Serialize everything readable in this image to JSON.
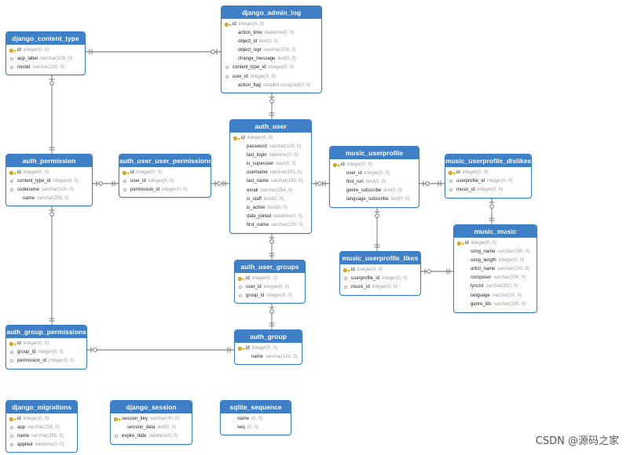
{
  "tables": [
    {
      "name": "django_admin_log",
      "columns": [
        {
          "name": "id",
          "type": "integer(0, 0)",
          "pk": true
        },
        {
          "name": "action_time",
          "type": "datetime(0, 0)"
        },
        {
          "name": "object_id",
          "type": "text(0, 0)"
        },
        {
          "name": "object_repr",
          "type": "varchar(200, 0)"
        },
        {
          "name": "change_message",
          "type": "text(0, 0)"
        },
        {
          "name": "content_type_id",
          "type": "integer(0, 0)",
          "fk": true
        },
        {
          "name": "user_id",
          "type": "integer(0, 0)",
          "fk": true
        },
        {
          "name": "action_flag",
          "type": "smallint unsigned(0, 0)"
        }
      ]
    },
    {
      "name": "django_content_type",
      "columns": [
        {
          "name": "id",
          "type": "integer(0, 0)",
          "pk": true
        },
        {
          "name": "app_label",
          "type": "varchar(100, 0)",
          "fk": true
        },
        {
          "name": "model",
          "type": "varchar(100, 0)",
          "fk": true
        }
      ]
    },
    {
      "name": "auth_user",
      "columns": [
        {
          "name": "id",
          "type": "integer(0, 0)",
          "pk": true
        },
        {
          "name": "password",
          "type": "varchar(128, 0)"
        },
        {
          "name": "last_login",
          "type": "datetime(0, 0)"
        },
        {
          "name": "is_superuser",
          "type": "bool(0, 0)"
        },
        {
          "name": "username",
          "type": "varchar(150, 0)"
        },
        {
          "name": "last_name",
          "type": "varchar(150, 0)"
        },
        {
          "name": "email",
          "type": "varchar(254, 0)"
        },
        {
          "name": "is_staff",
          "type": "bool(0, 0)"
        },
        {
          "name": "is_active",
          "type": "bool(0, 0)"
        },
        {
          "name": "date_joined",
          "type": "datetime(0, 0)"
        },
        {
          "name": "first_name",
          "type": "varchar(150, 0)"
        }
      ]
    },
    {
      "name": "auth_permission",
      "columns": [
        {
          "name": "id",
          "type": "integer(0, 0)",
          "pk": true
        },
        {
          "name": "content_type_id",
          "type": "integer(0, 0)",
          "fk": true
        },
        {
          "name": "codename",
          "type": "varchar(100, 0)",
          "fk": true
        },
        {
          "name": "name",
          "type": "varchar(255, 0)"
        }
      ]
    },
    {
      "name": "auth_user_user_permissions",
      "columns": [
        {
          "name": "id",
          "type": "integer(0, 0)",
          "pk": true
        },
        {
          "name": "user_id",
          "type": "integer(0, 0)",
          "fk": true
        },
        {
          "name": "permission_id",
          "type": "integer(0, 0)",
          "fk": true
        }
      ]
    },
    {
      "name": "music_userprofile",
      "columns": [
        {
          "name": "id",
          "type": "integer(0, 0)",
          "pk": true
        },
        {
          "name": "user_id",
          "type": "integer(0, 0)"
        },
        {
          "name": "first_run",
          "type": "bool(0, 0)"
        },
        {
          "name": "genre_subscribe",
          "type": "text(0, 0)"
        },
        {
          "name": "language_subscribe",
          "type": "text(0, 0)"
        }
      ]
    },
    {
      "name": "music_userprofile_dislikes",
      "columns": [
        {
          "name": "id",
          "type": "integer(0, 0)",
          "pk": true
        },
        {
          "name": "userprofile_id",
          "type": "integer(0, 0)",
          "fk": true
        },
        {
          "name": "music_id",
          "type": "integer(0, 0)",
          "fk": true
        }
      ]
    },
    {
      "name": "music_music",
      "columns": [
        {
          "name": "id",
          "type": "integer(0, 0)",
          "pk": true
        },
        {
          "name": "song_name",
          "type": "varchar(200, 0)"
        },
        {
          "name": "song_length",
          "type": "integer(0, 0)"
        },
        {
          "name": "artist_name",
          "type": "varchar(200, 0)"
        },
        {
          "name": "composer",
          "type": "varchar(200, 0)"
        },
        {
          "name": "lyricist",
          "type": "varchar(200, 0)"
        },
        {
          "name": "language",
          "type": "varchar(20, 0)"
        },
        {
          "name": "genre_ids",
          "type": "varchar(100, 0)"
        }
      ]
    },
    {
      "name": "music_userprofile_likes",
      "columns": [
        {
          "name": "id",
          "type": "integer(0, 0)",
          "pk": true
        },
        {
          "name": "userprofile_id",
          "type": "integer(0, 0)",
          "fk": true
        },
        {
          "name": "music_id",
          "type": "integer(0, 0)",
          "fk": true
        }
      ]
    },
    {
      "name": "auth_user_groups",
      "columns": [
        {
          "name": "id",
          "type": "integer(0, 0)",
          "pk": true
        },
        {
          "name": "user_id",
          "type": "integer(0, 0)",
          "fk": true
        },
        {
          "name": "group_id",
          "type": "integer(0, 0)",
          "fk": true
        }
      ]
    },
    {
      "name": "auth_group_permissions",
      "columns": [
        {
          "name": "id",
          "type": "integer(0, 0)",
          "pk": true
        },
        {
          "name": "group_id",
          "type": "integer(0, 0)",
          "fk": true
        },
        {
          "name": "permission_id",
          "type": "integer(0, 0)",
          "fk": true
        }
      ]
    },
    {
      "name": "auth_group",
      "columns": [
        {
          "name": "id",
          "type": "integer(0, 0)",
          "pk": true
        },
        {
          "name": "name",
          "type": "varchar(150, 0)"
        }
      ]
    },
    {
      "name": "django_migrations",
      "columns": [
        {
          "name": "id",
          "type": "integer(0, 0)",
          "pk": true
        },
        {
          "name": "app",
          "type": "varchar(255, 0)",
          "fk": true
        },
        {
          "name": "name",
          "type": "varchar(255, 0)",
          "fk": true
        },
        {
          "name": "applied",
          "type": "datetime(0, 0)",
          "fk": true
        }
      ]
    },
    {
      "name": "django_session",
      "columns": [
        {
          "name": "session_key",
          "type": "varchar(40, 0)",
          "pk": true
        },
        {
          "name": "session_data",
          "type": "text(0, 0)"
        },
        {
          "name": "expire_date",
          "type": "datetime(0, 0)",
          "fk": true
        }
      ]
    },
    {
      "name": "sqlite_sequence",
      "columns": [
        {
          "name": "name",
          "type": "(0, 0)"
        },
        {
          "name": "seq",
          "type": "(0, 0)"
        }
      ]
    }
  ],
  "relations": [
    [
      "django_admin_log",
      "django_content_type"
    ],
    [
      "django_admin_log",
      "auth_user"
    ],
    [
      "django_content_type",
      "auth_permission"
    ],
    [
      "auth_permission",
      "auth_user_user_permissions"
    ],
    [
      "auth_user_user_permissions",
      "auth_user"
    ],
    [
      "auth_user",
      "music_userprofile"
    ],
    [
      "music_userprofile",
      "music_userprofile_dislikes"
    ],
    [
      "music_userprofile_dislikes",
      "music_music"
    ],
    [
      "music_userprofile",
      "music_userprofile_likes"
    ],
    [
      "music_userprofile_likes",
      "music_music"
    ],
    [
      "auth_user",
      "auth_user_groups"
    ],
    [
      "auth_user_groups",
      "auth_group"
    ],
    [
      "auth_permission",
      "auth_group_permissions"
    ],
    [
      "auth_group_permissions",
      "auth_group"
    ]
  ],
  "watermark": "CSDN @源码之家",
  "colors": {
    "header": "#3f7fc6",
    "border": "#3a7dc8",
    "line": "#6a6a6a",
    "key": "#e0b020"
  }
}
